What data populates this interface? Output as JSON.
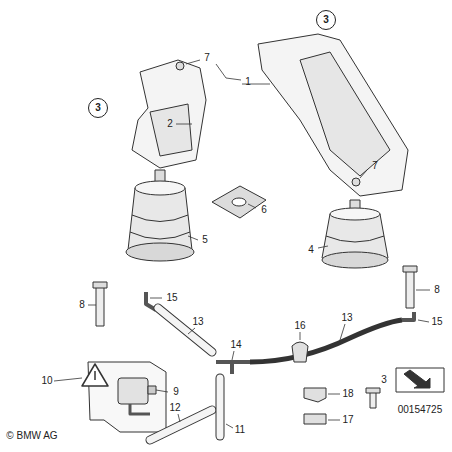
{
  "diagram": {
    "nodes": [
      {
        "text": [
          "3"
        ]
      },
      {
        "text": [
          "3"
        ]
      }
    ],
    "labels": [
      "7",
      "1",
      "2",
      "7",
      "6",
      "5",
      "4",
      "8",
      "15",
      "8",
      "15",
      "13",
      "14",
      "16",
      "13",
      "10",
      "9",
      "12",
      "11",
      "18",
      "17",
      "3",
      "00154725",
      "© BMW AG"
    ]
  }
}
